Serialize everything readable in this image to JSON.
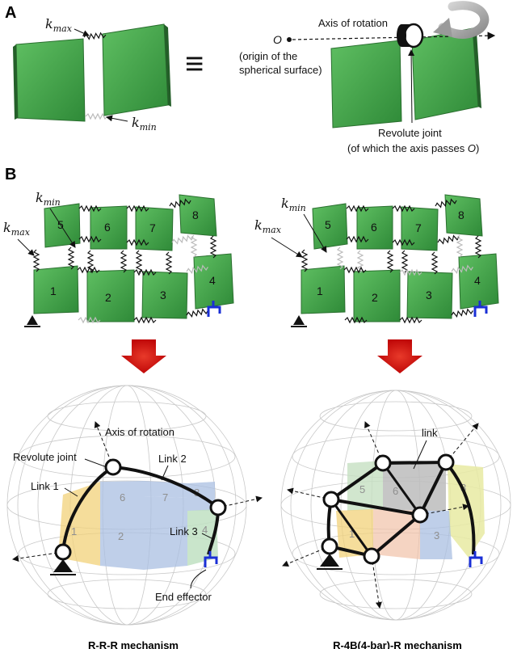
{
  "panel_a": {
    "label": "A",
    "k_max": "k",
    "k_max_sub": "max",
    "k_min": "k",
    "k_min_sub": "min",
    "equiv": "≡",
    "axis_of_rotation": "Axis of rotation",
    "origin_symbol": "O",
    "origin_line1": "(origin of the",
    "origin_line2": "spherical surface)",
    "revolute_line1": "Revolute joint",
    "revolute_line2a": "(of which the axis passes ",
    "revolute_line2b": "O",
    "revolute_line2c": ")"
  },
  "panel_b": {
    "label": "B",
    "k": "k",
    "sub_min": "min",
    "sub_max": "max",
    "tiles": [
      "1",
      "2",
      "3",
      "4",
      "5",
      "6",
      "7",
      "8"
    ],
    "left": {
      "axis_of_rotation": "Axis of rotation",
      "revolute_joint": "Revolute joint",
      "link1": "Link 1",
      "link2": "Link 2",
      "link3": "Link 3",
      "end_effector": "End effector",
      "title": "R-R-R mechanism"
    },
    "right": {
      "link": "link",
      "title": "R-4B(4-bar)-R mechanism"
    }
  },
  "colors": {
    "tile_green": "#3f9a45",
    "arrow_red": "#e01010",
    "effector_blue": "#1a2fd6"
  }
}
